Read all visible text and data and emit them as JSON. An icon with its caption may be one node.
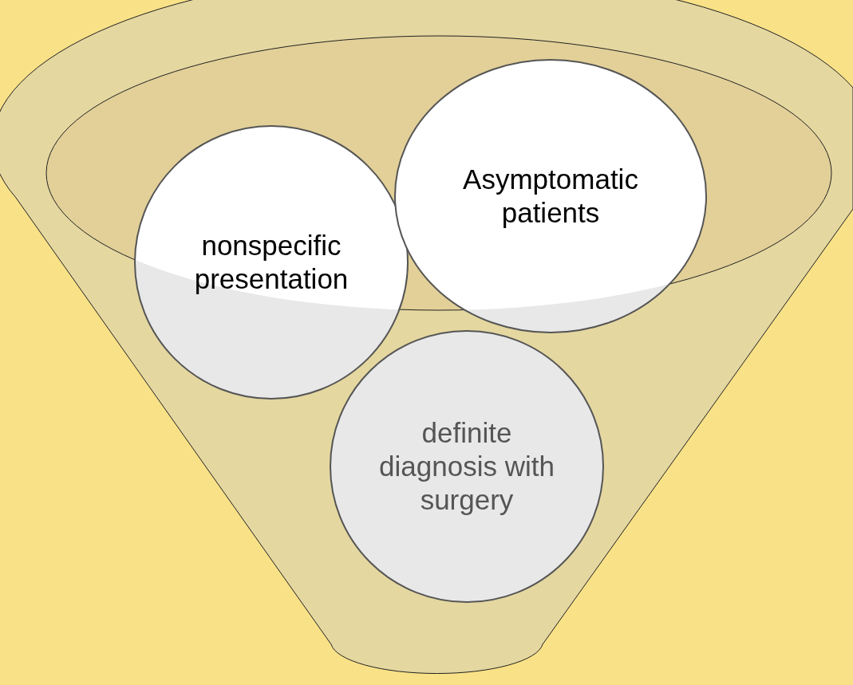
{
  "diagram": {
    "nodes": [
      {
        "text": [
          "nonspecific presentation"
        ]
      },
      {
        "text": [
          "Asymptomatic patients"
        ]
      },
      {
        "text": [
          "definite diagnosis with surgery"
        ]
      }
    ]
  }
}
